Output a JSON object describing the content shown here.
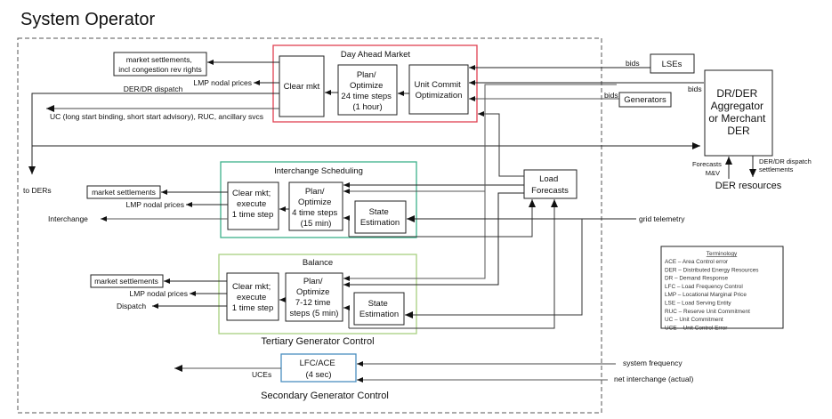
{
  "title": "System Operator",
  "day_ahead": {
    "label": "Day Ahead Market",
    "color": "#e04050",
    "clear": "Clear mkt",
    "plan": [
      "Plan/",
      "Optimize",
      "24 time steps",
      "(1 hour)"
    ],
    "ucopt": [
      "Unit Commit",
      "Optimization"
    ],
    "out_settle": [
      "market settlements,",
      "incl congestion rev rights"
    ],
    "out_lmp": "LMP nodal prices",
    "out_derdr": "DER/DR dispatch",
    "out_uc": "UC (long start binding, short start advisory), RUC, ancillary svcs"
  },
  "interchange": {
    "label": "Interchange Scheduling",
    "color": "#3cb08a",
    "clear": [
      "Clear mkt;",
      "execute",
      "1 time step"
    ],
    "plan": [
      "Plan/",
      "Optimize",
      "4 time steps",
      "(15 min)"
    ],
    "state": [
      "State",
      "Estimation"
    ],
    "out_settle": "market settlements",
    "out_lmp": "LMP nodal prices",
    "out_interchange": "Interchange"
  },
  "balance": {
    "label": "Balance",
    "color": "#a8d080",
    "clear": [
      "Clear mkt;",
      "execute",
      "1 time step"
    ],
    "plan": [
      "Plan/",
      "Optimize",
      "7-12 time",
      "steps (5 min)"
    ],
    "state": [
      "State",
      "Estimation"
    ],
    "out_settle": "market settlements",
    "out_lmp": "LMP nodal prices",
    "out_dispatch": "Dispatch"
  },
  "tertiary_label": "Tertiary Generator Control",
  "secondary": {
    "label": "Secondary Generator Control",
    "color": "#4a8fc0",
    "box": [
      "LFC/ACE",
      "(4 sec)"
    ],
    "out_uces": "UCEs",
    "in_freq": "system frequency",
    "in_net": "net interchange (actual)"
  },
  "load_forecasts": [
    "Load",
    "Forecasts"
  ],
  "to_ders": "to DERs",
  "grid_telemetry": "grid telemetry",
  "lses": "LSEs",
  "generators": "Generators",
  "bids": "bids",
  "aggregator": [
    "DR/DER",
    "Aggregator",
    "or Merchant",
    "DER"
  ],
  "forecasts_mv": [
    "Forecasts",
    "M&V"
  ],
  "der_dispatch_settle": [
    "DER/DR dispatch",
    "settlements"
  ],
  "der_resources": "DER resources",
  "terminology": {
    "title": "Terminology",
    "items": [
      "ACE – Area Control error",
      "DER – Distributed Energy Resources",
      "DR – Demand Response",
      "LFC – Load Frequency Control",
      "LMP – Locational Marginal Price",
      "LSE – Load Serving Entity",
      "RUC – Reserve Unit Commitment",
      "UC – Unit Commitment",
      "UCE – Unit Control Error"
    ]
  }
}
